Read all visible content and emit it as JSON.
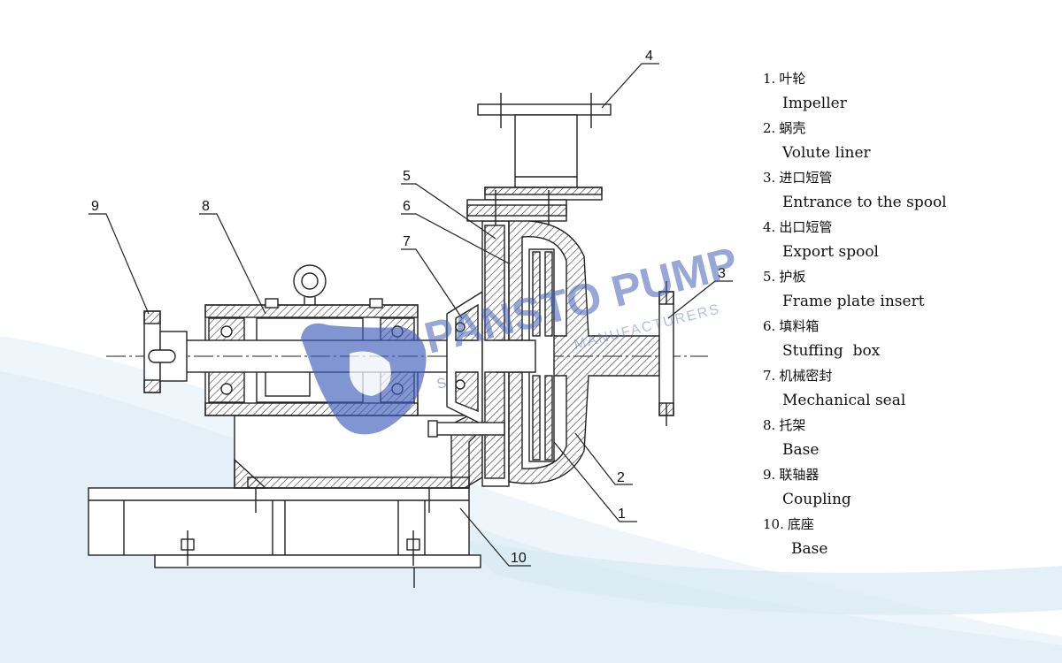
{
  "legend": [
    {
      "num": "1.",
      "cn": "叶轮",
      "en": "Impeller"
    },
    {
      "num": "2.",
      "cn": "蜗壳",
      "en": "Volute liner"
    },
    {
      "num": "3.",
      "cn": "进口短管",
      "en": "Entrance to the spool"
    },
    {
      "num": "4.",
      "cn": "出口短管",
      "en": "Export spool"
    },
    {
      "num": "5.",
      "cn": "护板",
      "en": "Frame plate insert"
    },
    {
      "num": "6.",
      "cn": "填料箱",
      "en": "Stuffing  box"
    },
    {
      "num": "7.",
      "cn": "机械密封",
      "en": "Mechanical seal"
    },
    {
      "num": "8.",
      "cn": "托架",
      "en": "Base"
    },
    {
      "num": "9.",
      "cn": "联轴器",
      "en": "Coupling"
    },
    {
      "num": "10.",
      "cn": "底座",
      "en": "Base"
    }
  ],
  "callouts": [
    "1",
    "2",
    "3",
    "4",
    "5",
    "6",
    "7",
    "8",
    "9",
    "10"
  ],
  "watermark": {
    "brand": "PANSTO PUMP",
    "sub": "MANUFACTURERS",
    "sub_left": "S",
    "color": "#3f5fb8"
  },
  "colors": {
    "line": "#222222",
    "wave": "#dfeef7"
  }
}
